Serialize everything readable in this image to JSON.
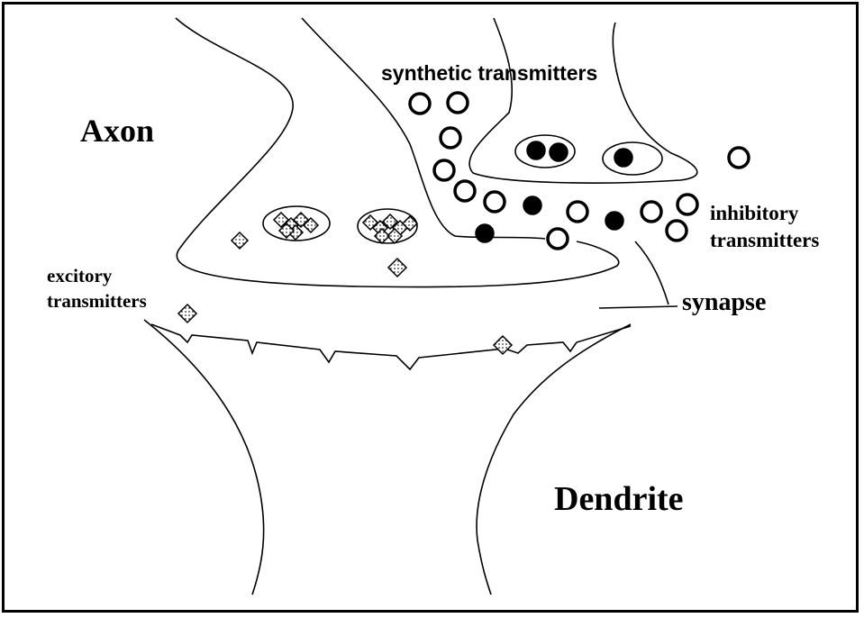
{
  "labels": {
    "axon": "Axon",
    "dendrite": "Dendrite",
    "synthetic": "synthetic transmitters",
    "inhibitory_line1": "inhibitory",
    "inhibitory_line2": "transmitters",
    "excitory_line1": "excitory",
    "excitory_line2": "transmitters",
    "synapse": "synapse"
  },
  "icons": {
    "excitory": "dotted-diamond-icon",
    "synthetic": "open-circle-icon",
    "inhibitory": "filled-circle-icon"
  }
}
